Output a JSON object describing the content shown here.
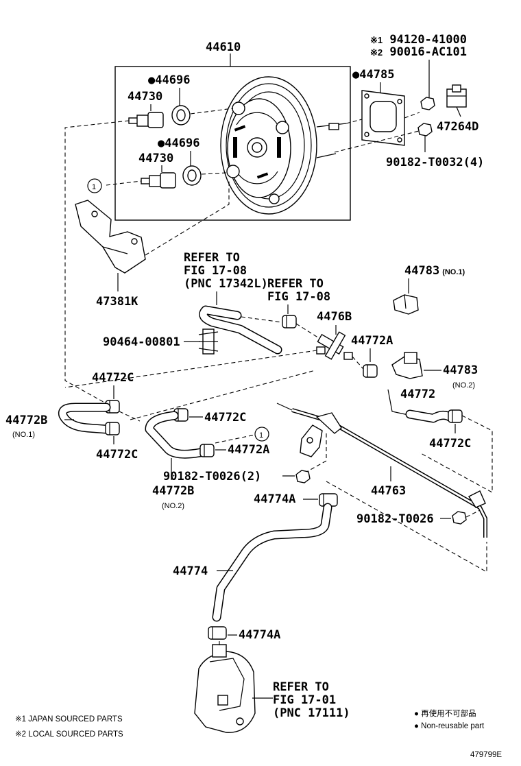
{
  "part_numbers": {
    "booster": "44610",
    "ring_upper": "44696",
    "ring_lower": "44696",
    "valve_upper": "44730",
    "valve_lower": "44730",
    "gasket": "44785",
    "nut_jp": "94120-41000",
    "nut_local": "90016-AC101",
    "clip_47264d": "47264D",
    "nut_90182": "90182-T0032(4)",
    "bracket_47381k": "47381K",
    "clip_90464": "90464-00801",
    "tee_4476b": "4476B",
    "clamp_44772a_right": "44772A",
    "clamp_44772a_mid": "44772A",
    "clamp_44772c_left_upper": "44772C",
    "clamp_44772c_left_lower": "44772C",
    "clamp_44772c_mid": "44772C",
    "clamp_44772c_right": "44772C",
    "hose_44772b_no1": "44772B",
    "hose_44772b_no2": "44772B",
    "hose_44772": "44772",
    "bracket_44783_no1": "44783",
    "bracket_44783_no2": "44783",
    "pipe_44763": "44763",
    "nut_90182_t0026_2": "90182-T0026(2)",
    "nut_90182_t0026": "90182-T0026",
    "clamp_44774a_upper": "44774A",
    "clamp_44774a_lower": "44774A",
    "hose_44774": "44774",
    "image_id": "479799E"
  },
  "qualifiers": {
    "no1_44783": "(NO.1)",
    "no2_44783": "(NO.2)",
    "no1_44772b": "(NO.1)",
    "no2_44772b": "(NO.2)",
    "note1_mark": "※1",
    "note2_mark": "※2",
    "nonreusable_mark": "●",
    "callout_1": "1"
  },
  "refs": {
    "ref1": [
      "REFER TO",
      "FIG 17-08",
      "(PNC 17342L)"
    ],
    "ref2": [
      "REFER TO",
      "FIG 17-08"
    ],
    "ref3": [
      "REFER TO",
      "FIG 17-01",
      "(PNC 17111)"
    ]
  },
  "legend": {
    "japan": "※1 JAPAN SOURCED PARTS",
    "local": "※2 LOCAL SOURCED PARTS",
    "nonreusable_jp": "● 再使用不可部品",
    "nonreusable_en": "● Non-reusable part"
  }
}
